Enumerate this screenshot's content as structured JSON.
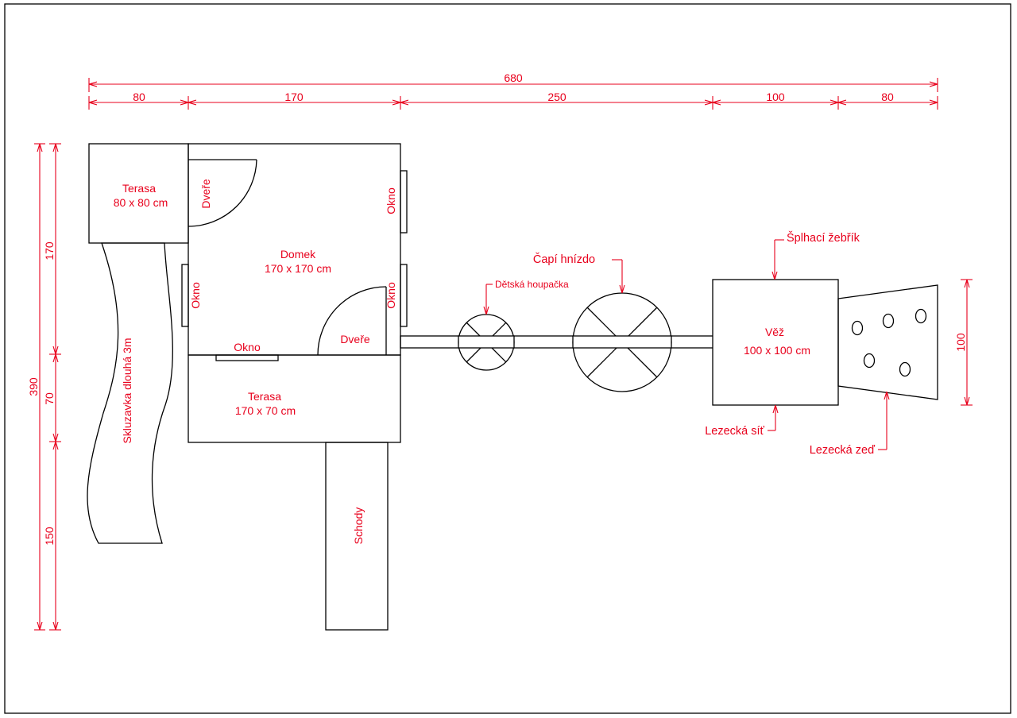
{
  "dimensions": {
    "total_width": "680",
    "width_80_left": "80",
    "width_170": "170",
    "width_250": "250",
    "width_100": "100",
    "width_80_right": "80",
    "total_height": "390",
    "height_170": "170",
    "height_70": "70",
    "height_150": "150",
    "tower_height": "100"
  },
  "labels": {
    "terasa_small_name": "Terasa",
    "terasa_small_size": "80 x 80 cm",
    "dvere_top": "Dveře",
    "okno_right_top": "Okno",
    "domek_name": "Domek",
    "domek_size": "170 x 170 cm",
    "okno_left": "Okno",
    "okno_right_bottom": "Okno",
    "dvere_bottom": "Dveře",
    "okno_bottom": "Okno",
    "terasa_big_name": "Terasa",
    "terasa_big_size": "170 x 70 cm",
    "schody": "Schody",
    "skluzavka": "Skluzavka dlouhá 3m",
    "detska_houpacka": "Dětská houpačka",
    "capi_hnizdo": "Čapí hnízdo",
    "splhaci_zebrik": "Šplhací žebřík",
    "vez_name": "Věž",
    "vez_size": "100 x 100 cm",
    "lezecka_sit": "Lezecká síť",
    "lezecka_zed": "Lezecká zeď"
  },
  "colors": {
    "annotation": "#e8001c",
    "outline": "#000000"
  }
}
